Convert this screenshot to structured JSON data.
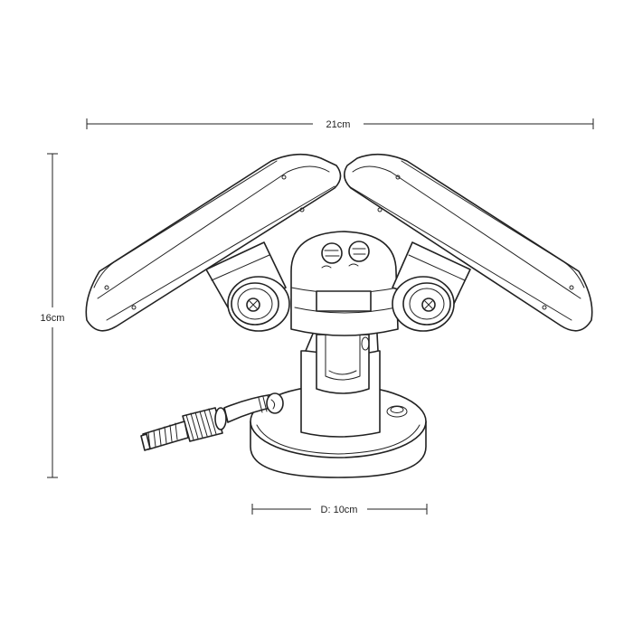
{
  "dimensions": {
    "width_label": "21cm",
    "height_label": "16cm",
    "base_diameter_label": "D: 10cm"
  },
  "icons": [
    "floodlight-product-drawing"
  ]
}
